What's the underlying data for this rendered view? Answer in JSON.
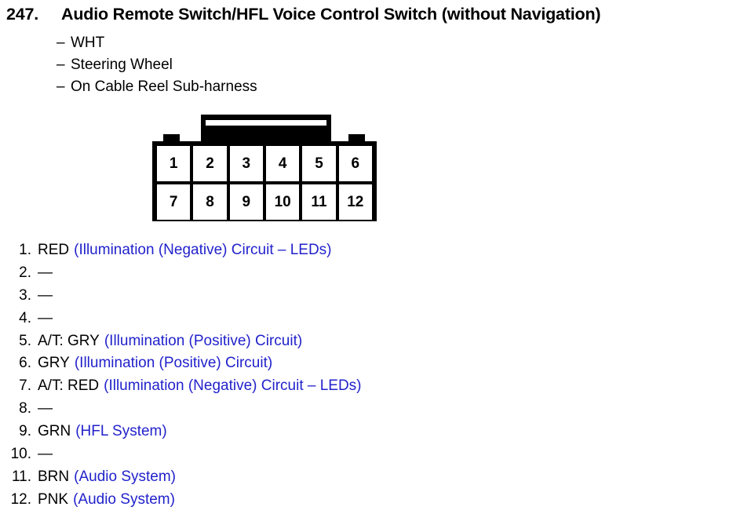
{
  "header": {
    "number": "247.",
    "title": "Audio Remote Switch/HFL Voice Control Switch (without Navigation)",
    "dash": "–",
    "subtitles": [
      "WHT",
      "Steering Wheel",
      "On Cable Reel Sub-harness"
    ]
  },
  "connector": {
    "name": "12-pin connector",
    "rows": [
      [
        "1",
        "2",
        "3",
        "4",
        "5",
        "6"
      ],
      [
        "7",
        "8",
        "9",
        "10",
        "11",
        "12"
      ]
    ]
  },
  "colors": {
    "description_blue": "#2222cc",
    "text_black": "#000000",
    "background": "#ffffff"
  },
  "pins": [
    {
      "index": "1.",
      "label": "RED",
      "desc": "(Illumination (Negative) Circuit – LEDs)"
    },
    {
      "index": "2.",
      "label": "—",
      "desc": ""
    },
    {
      "index": "3.",
      "label": "—",
      "desc": ""
    },
    {
      "index": "4.",
      "label": "—",
      "desc": ""
    },
    {
      "index": "5.",
      "label": "A/T: GRY",
      "desc": "(Illumination (Positive) Circuit)"
    },
    {
      "index": "6.",
      "label": "GRY",
      "desc": "(Illumination (Positive) Circuit)"
    },
    {
      "index": "7.",
      "label": "A/T: RED",
      "desc": "(Illumination (Negative) Circuit – LEDs)"
    },
    {
      "index": "8.",
      "label": "—",
      "desc": ""
    },
    {
      "index": "9.",
      "label": "GRN",
      "desc": "(HFL System)"
    },
    {
      "index": "10.",
      "label": "—",
      "desc": ""
    },
    {
      "index": "11.",
      "label": "BRN",
      "desc": "(Audio System)"
    },
    {
      "index": "12.",
      "label": "PNK",
      "desc": "(Audio System)"
    }
  ]
}
